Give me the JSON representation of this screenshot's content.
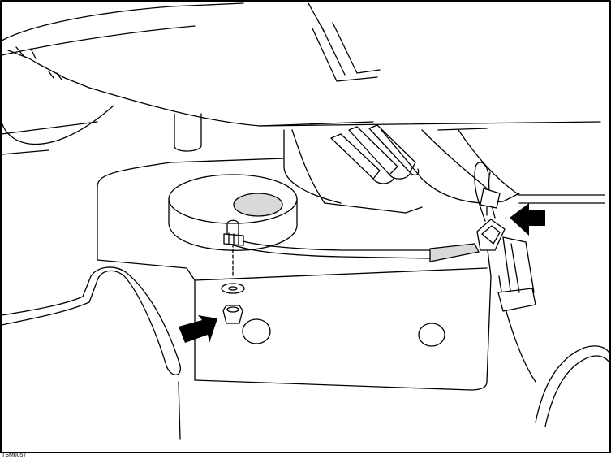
{
  "figure": {
    "reference_code": "TSM0057"
  },
  "callouts": [
    {
      "name": "connector-arrow",
      "direction": "pointing-left"
    },
    {
      "name": "fastener-arrow",
      "direction": "pointing-up-right"
    }
  ],
  "colors": {
    "line": "#000000",
    "shade": "#d9d9d9",
    "background": "#ffffff"
  }
}
